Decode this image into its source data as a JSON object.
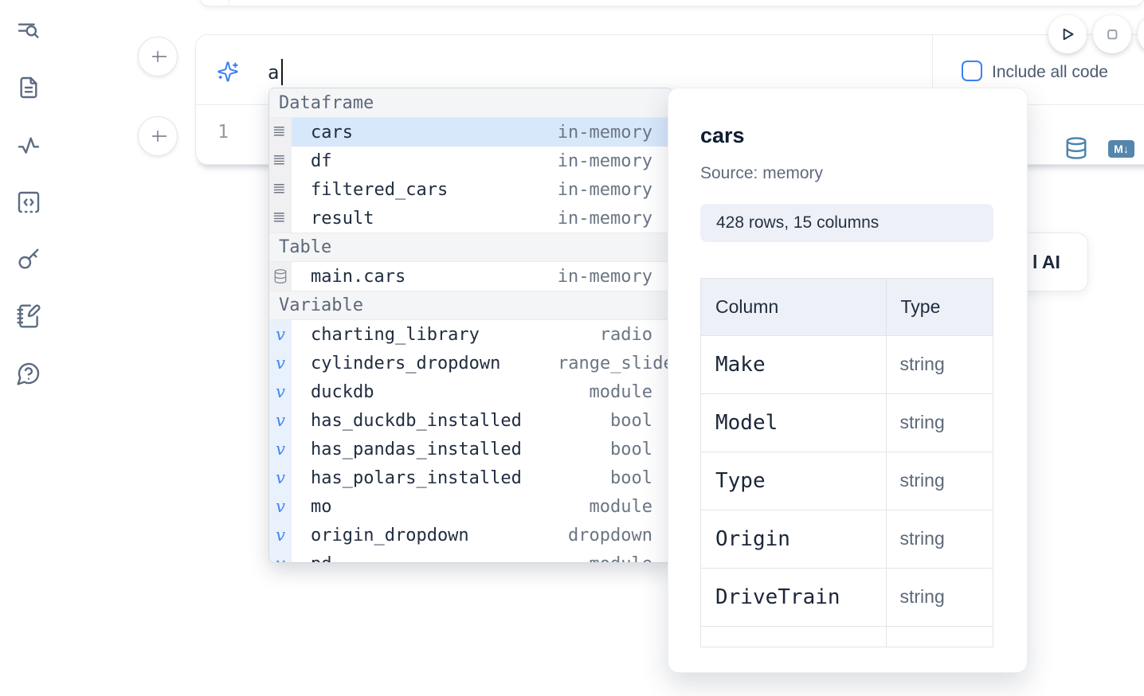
{
  "colors": {
    "accent_blue": "#3b82f6",
    "steel_blue_icon": "#4e86ad",
    "selected_row_bg": "#d8e8fb",
    "variable_gutter_bg": "#e9f1fc",
    "sidebar_icon": "#5b6b82"
  },
  "sidebar": {
    "items": [
      {
        "icon": "list-search-icon"
      },
      {
        "icon": "file-text-icon"
      },
      {
        "icon": "activity-icon"
      },
      {
        "icon": "code-box-dashed-icon"
      },
      {
        "icon": "key-icon"
      },
      {
        "icon": "notebook-pen-icon"
      },
      {
        "icon": "help-chat-icon"
      }
    ]
  },
  "ai_prompt": {
    "value": "a",
    "include_all_code_label": "Include all code",
    "include_all_code_checked": false
  },
  "cell": {
    "line_number": "1"
  },
  "toolbar": {
    "markdown_badge": "M↓"
  },
  "completion": {
    "sections": [
      {
        "label": "Dataframe",
        "kind": "dataframe",
        "items": [
          {
            "name": "cars",
            "detail": "in-memory",
            "icon": "dataframe-rows-icon",
            "selected": true
          },
          {
            "name": "df",
            "detail": "in-memory",
            "icon": "dataframe-rows-icon"
          },
          {
            "name": "filtered_cars",
            "detail": "in-memory",
            "icon": "dataframe-rows-icon"
          },
          {
            "name": "result",
            "detail": "in-memory",
            "icon": "dataframe-rows-icon"
          }
        ]
      },
      {
        "label": "Table",
        "kind": "table",
        "items": [
          {
            "name": "main.cars",
            "detail": "in-memory",
            "icon": "database-icon"
          }
        ]
      },
      {
        "label": "Variable",
        "kind": "variable",
        "items": [
          {
            "name": "charting_library",
            "detail": "radio",
            "icon": "variable-v-icon"
          },
          {
            "name": "cylinders_dropdown",
            "detail": "range_slider",
            "icon": "variable-v-icon",
            "shift": true
          },
          {
            "name": "duckdb",
            "detail": "module",
            "icon": "variable-v-icon"
          },
          {
            "name": "has_duckdb_installed",
            "detail": "bool",
            "icon": "variable-v-icon"
          },
          {
            "name": "has_pandas_installed",
            "detail": "bool",
            "icon": "variable-v-icon"
          },
          {
            "name": "has_polars_installed",
            "detail": "bool",
            "icon": "variable-v-icon"
          },
          {
            "name": "mo",
            "detail": "module",
            "icon": "variable-v-icon"
          },
          {
            "name": "origin_dropdown",
            "detail": "dropdown",
            "icon": "variable-v-icon"
          },
          {
            "name": "pd",
            "detail": "module",
            "icon": "variable-v-icon"
          }
        ]
      }
    ]
  },
  "preview_panel": {
    "title": "cars",
    "source": "Source: memory",
    "shape_badge": "428 rows, 15 columns",
    "table": {
      "headers": [
        "Column",
        "Type"
      ],
      "rows": [
        [
          "Make",
          "string"
        ],
        [
          "Model",
          "string"
        ],
        [
          "Type",
          "string"
        ],
        [
          "Origin",
          "string"
        ],
        [
          "DriveTrain",
          "string"
        ],
        [
          "",
          ""
        ]
      ]
    }
  },
  "ai_card": {
    "visible_label": "l AI"
  }
}
